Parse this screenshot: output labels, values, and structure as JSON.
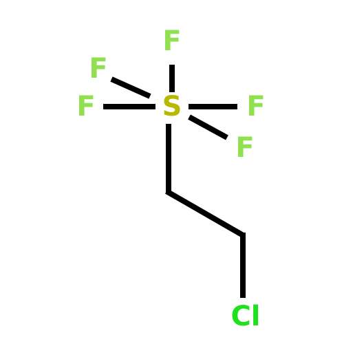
{
  "colors": {
    "background": "#ffffff",
    "bond": "#000000",
    "fluorine": "#90e050",
    "sulfur": "#b8b800",
    "chlorine": "#20e020"
  },
  "atoms": {
    "f_top": "F",
    "f_upper_left": "F",
    "f_left": "F",
    "f_right": "F",
    "f_lower_right": "F",
    "sulfur": "S",
    "chlorine": "Cl"
  }
}
